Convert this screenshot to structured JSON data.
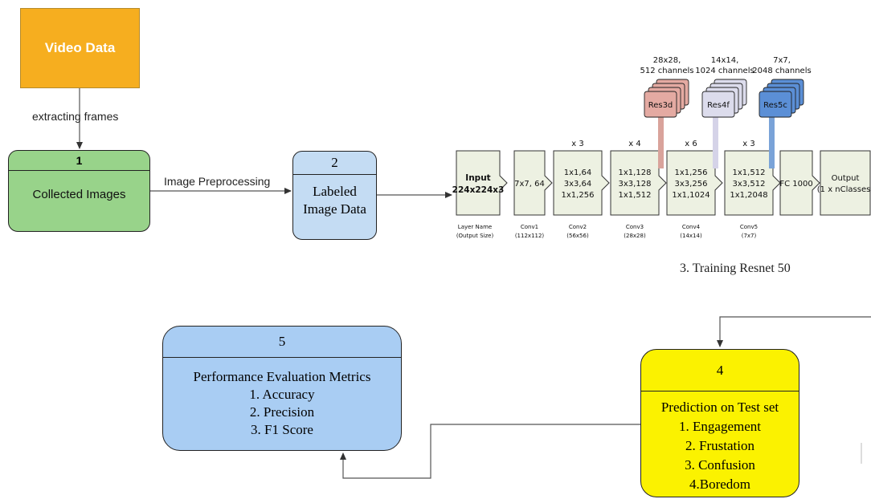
{
  "video_data": {
    "label": "Video Data"
  },
  "edge_extract": "extracting frames",
  "box1": {
    "number": "1",
    "label": "Collected Images"
  },
  "edge_preprocess": "Image Preprocessing",
  "box2": {
    "number": "2",
    "line1": "Labeled",
    "line2": "Image Data"
  },
  "resnet": {
    "caption": "3. Training Resnet 50",
    "input": {
      "line1": "Input",
      "line2": "224x224x3"
    },
    "conv1": "7x7, 64",
    "blocks": [
      {
        "repeat": "x 3",
        "lines": [
          "1x1,64",
          "3x3,64",
          "1x1,256"
        ]
      },
      {
        "repeat": "x 4",
        "lines": [
          "1x1,128",
          "3x3,128",
          "1x1,512"
        ]
      },
      {
        "repeat": "x 6",
        "lines": [
          "1x1,256",
          "3x3,256",
          "1x1,1024"
        ]
      },
      {
        "repeat": "x 3",
        "lines": [
          "1x1,512",
          "3x3,512",
          "1x1,2048"
        ]
      }
    ],
    "fc": "FC 1000",
    "output": {
      "line1": "Output",
      "line2": "(1 x nClasses)"
    },
    "layer_names": [
      [
        "Layer Name",
        "(Output Size)"
      ],
      [
        "Conv1",
        "(112x112)"
      ],
      [
        "Conv2",
        "(56x56)"
      ],
      [
        "Conv3",
        "(28x28)"
      ],
      [
        "Conv4",
        "(14x14)"
      ],
      [
        "Conv5",
        "(7x7)"
      ]
    ],
    "features": [
      {
        "name": "Res3d",
        "top": "28x28,",
        "bottom": "512 channels",
        "color": "#e4aaa2",
        "bar": "#d9a39b"
      },
      {
        "name": "Res4f",
        "top": "14x14,",
        "bottom": "1024 channels",
        "color": "#dcdcec",
        "bar": "#d5d3e8"
      },
      {
        "name": "Res5c",
        "top": "7x7,",
        "bottom": "2048 channels",
        "color": "#5b8fd6",
        "bar": "#7aa3d8"
      }
    ],
    "colors": {
      "layer_fill": "#edf1e2",
      "layer_stroke": "#333333"
    }
  },
  "box4": {
    "number": "4",
    "title": "Prediction on Test set",
    "items": [
      "1. Engagement",
      "2. Frustation",
      "3. Confusion",
      "4.Boredom"
    ]
  },
  "box5": {
    "number": "5",
    "title": "Performance Evaluation Metrics",
    "items": [
      "1. Accuracy",
      "2. Precision",
      "3. F1 Score"
    ]
  },
  "colors": {
    "video": "#f6ae1f",
    "box1": "#98d38a",
    "box2": "#c4dcf3",
    "box4": "#fbf200",
    "box5": "#a9cdf3"
  }
}
